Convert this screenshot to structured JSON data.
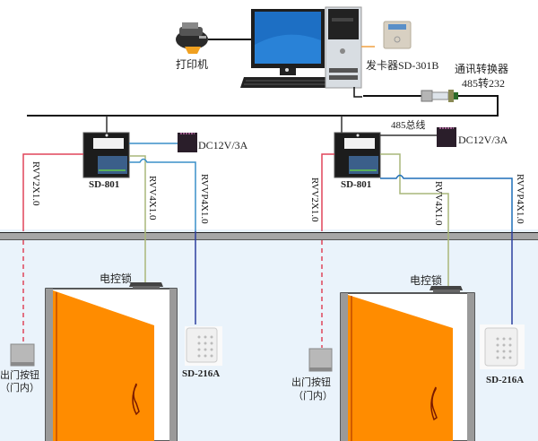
{
  "diagram": {
    "title": "Access control system wiring diagram",
    "top": {
      "printer_label": "打印机",
      "card_issuer_label": "发卡器SD-301B",
      "converter_label_line1": "通讯转换器",
      "converter_label_line2": "485转232",
      "bus_label": "485总线"
    },
    "units": [
      {
        "controller_label": "SD-801",
        "power_label": "DC12V/3A",
        "cable_exit_button": "RVV2X1.0",
        "cable_lock": "RVV4X1.0",
        "cable_reader": "RVVP4X1.0",
        "lock_label": "电控锁",
        "exit_button_line1": "出门按钮",
        "exit_button_line2": "（门内）",
        "reader_label": "SD-216A"
      },
      {
        "controller_label": "SD-801",
        "power_label": "DC12V/3A",
        "cable_exit_button": "RVV2X1.0",
        "cable_lock": "RVV4X1.0",
        "cable_reader": "RVVP4X1.0",
        "lock_label": "电控锁",
        "exit_button_line1": "出门按钮",
        "exit_button_line2": "（门内）",
        "reader_label": "SD-216A"
      }
    ],
    "colors": {
      "exit_button_wire": "#e0455a",
      "lock_wire": "#a9b77a",
      "reader_wire": "#2d3e9e",
      "power_wire": "#3a8fc8",
      "door": "#ff8c00",
      "wall": "#eaf3fb"
    }
  }
}
